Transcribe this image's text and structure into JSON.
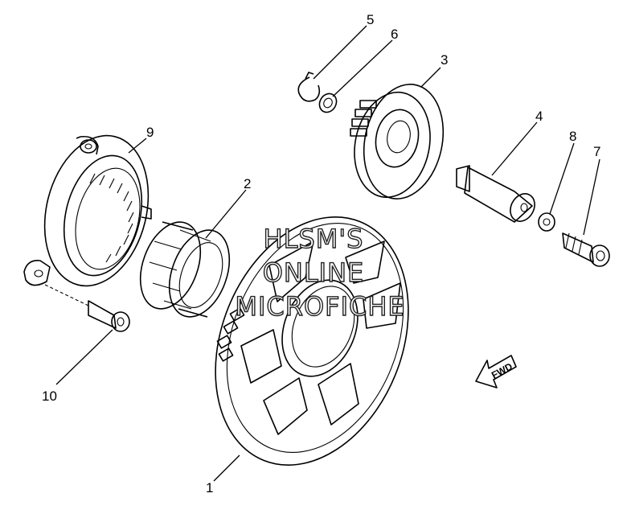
{
  "callouts": [
    {
      "id": "1",
      "label": "1"
    },
    {
      "id": "2",
      "label": "2"
    },
    {
      "id": "3",
      "label": "3"
    },
    {
      "id": "4",
      "label": "4"
    },
    {
      "id": "5",
      "label": "5"
    },
    {
      "id": "6",
      "label": "6"
    },
    {
      "id": "7",
      "label": "7"
    },
    {
      "id": "8",
      "label": "8"
    },
    {
      "id": "9",
      "label": "9"
    },
    {
      "id": "10",
      "label": "10"
    }
  ],
  "watermark": {
    "line1": "HLSM'S",
    "line2": "ONLINE",
    "line3": "MICROFICHE"
  },
  "direction_arrow": {
    "label": "FWD"
  }
}
